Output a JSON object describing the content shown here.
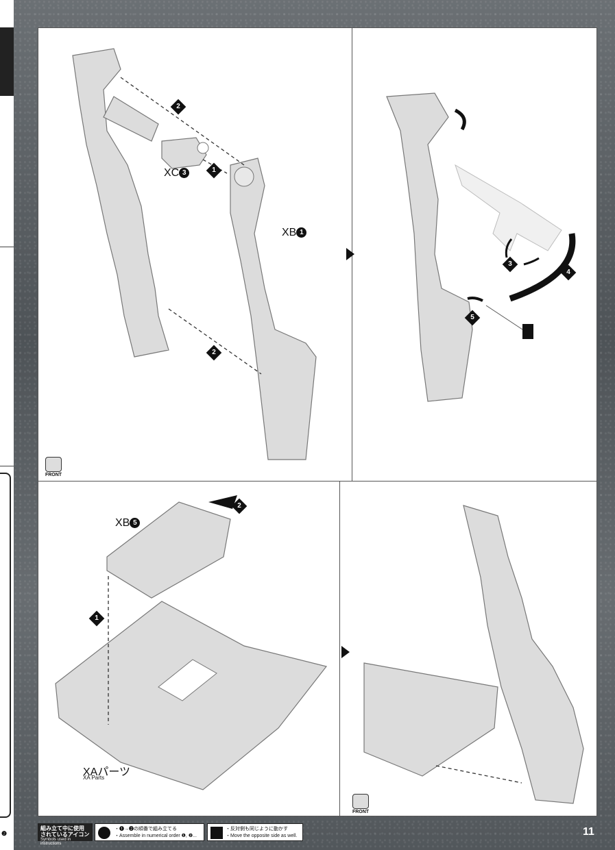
{
  "page_number": "11",
  "side_marker": "❷",
  "panel1": {
    "label_xc": "XC",
    "label_xc_num": "3",
    "label_xb": "XB",
    "label_xb_num": "1",
    "step_a": "2",
    "step_b": "1",
    "step_c": "2",
    "front_label": "FRONT"
  },
  "panel2": {
    "step_3": "3",
    "step_4": "4",
    "step_5": "5"
  },
  "panel3": {
    "label_xb": "XB",
    "label_xb_num": "5",
    "step_2": "2",
    "step_1": "1",
    "parts_label": "XAパーツ",
    "parts_label_en": "XA Parts"
  },
  "panel4": {
    "front_label": "FRONT"
  },
  "footer": {
    "legend_jp_1": "組み立て中に使用",
    "legend_jp_2": "されているアイコン",
    "legend_en": "Symbols used in instructions",
    "order_jp": "・❶→❷の順番で組み立てる",
    "order_en": "・Assemble in numerical order ❶, ❷...",
    "opposite_jp": "・反対側も同じように動かす",
    "opposite_en": "・Move the opposite side as well."
  },
  "colors": {
    "ink": "#111111",
    "part": "#d9d9d9",
    "edge": "#777777"
  }
}
